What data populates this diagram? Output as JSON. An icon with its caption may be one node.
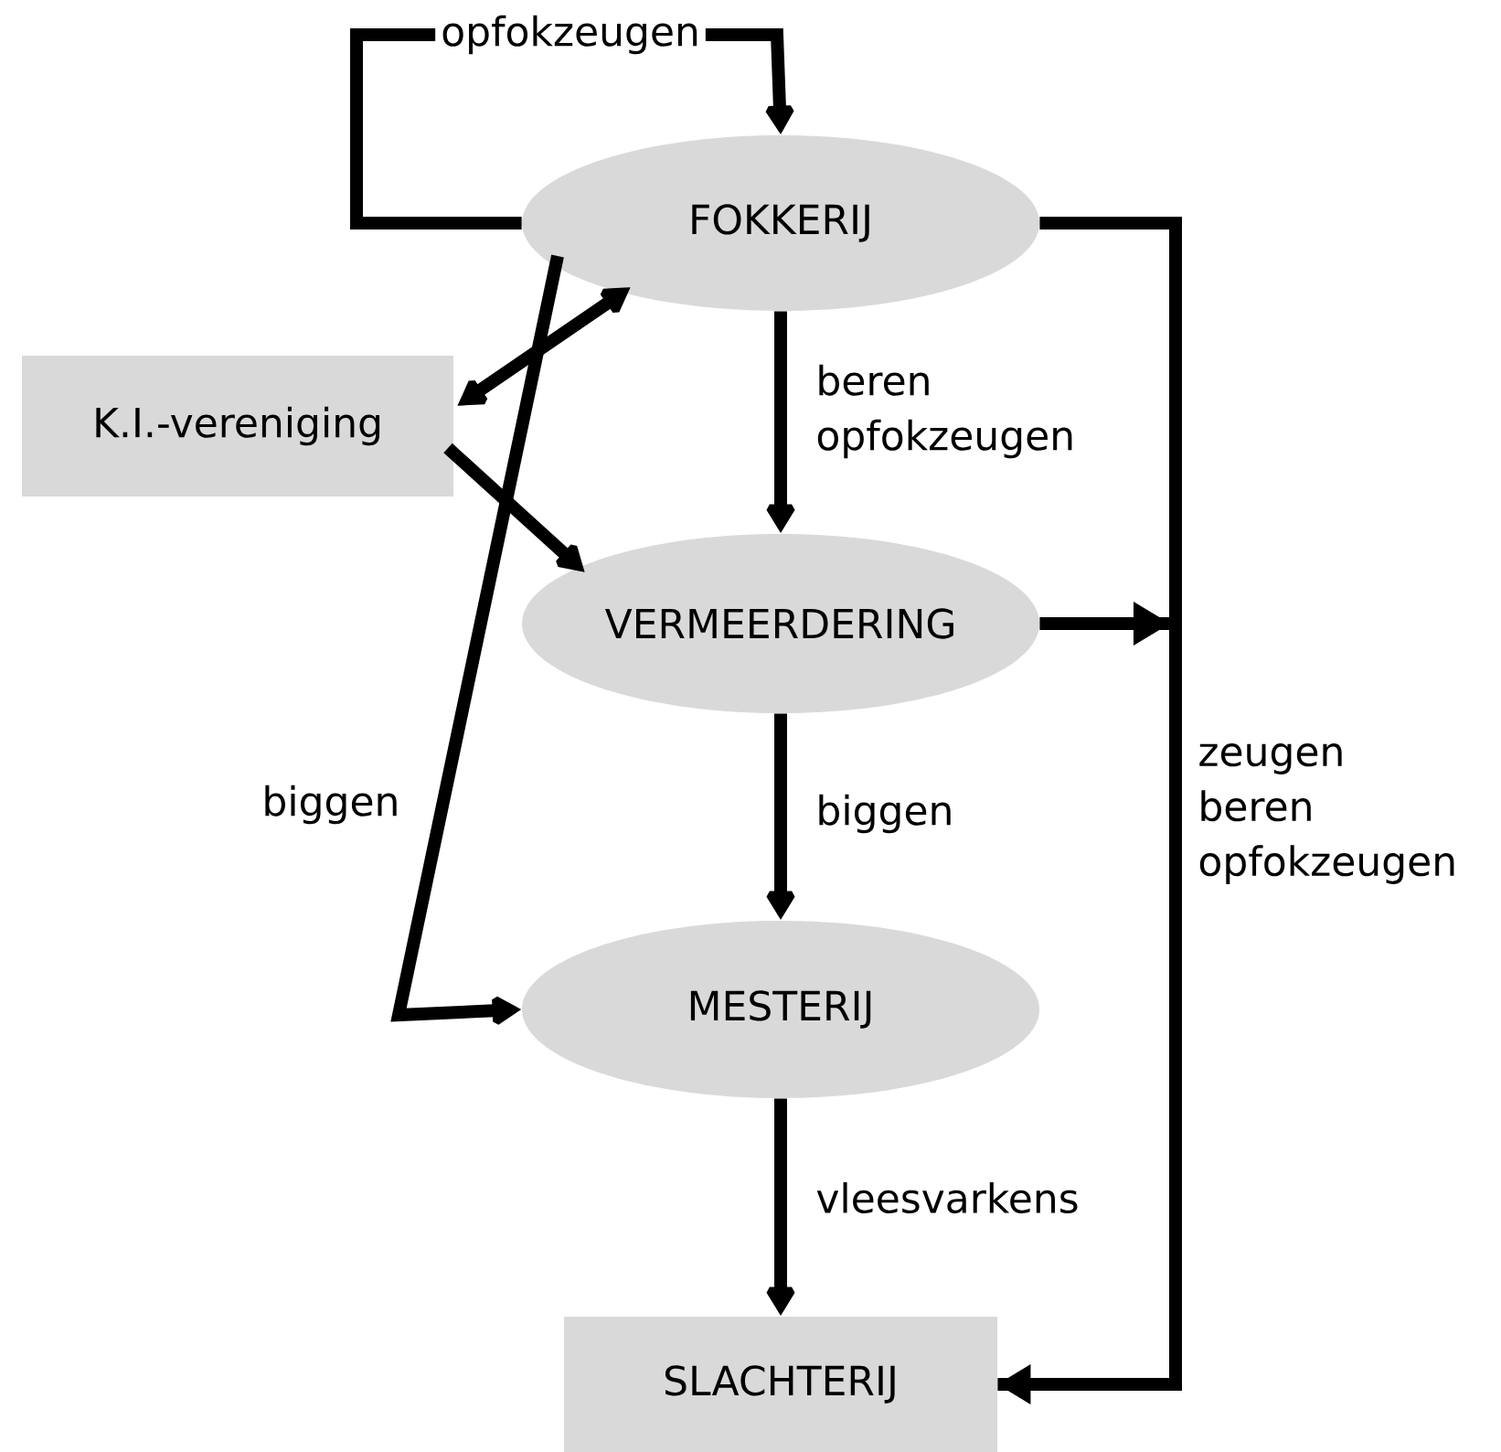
{
  "diagram": {
    "nodes": [
      {
        "text": [
          "FOKKERIJ"
        ]
      },
      {
        "text": [
          "K.I.-vereniging"
        ]
      },
      {
        "text": [
          "VERMEERDERING"
        ]
      },
      {
        "text": [
          "MESTERIJ"
        ]
      },
      {
        "text": [
          "SLACHTERIJ"
        ]
      }
    ],
    "edges": [
      {
        "from": 0,
        "to": 0,
        "arrow": "to",
        "label": "opfokzeugen"
      },
      {
        "from": 0,
        "to": 1,
        "arrow": "both"
      },
      {
        "from": 0,
        "to": 2,
        "arrow": "to",
        "label": "beren opfokzeugen"
      },
      {
        "from": 1,
        "to": 2,
        "arrow": "to"
      },
      {
        "from": 0,
        "to": 3,
        "arrow": "to",
        "label": "biggen"
      },
      {
        "from": 2,
        "to": 3,
        "arrow": "to",
        "label": "biggen"
      },
      {
        "from": 3,
        "to": 4,
        "arrow": "to",
        "label": "vleesvarkens"
      },
      {
        "from": 0,
        "to": 4,
        "arrow": "to",
        "label": "zeugen beren opfokzeugen"
      },
      {
        "from": 2,
        "to": 4,
        "arrow": "to"
      }
    ]
  }
}
